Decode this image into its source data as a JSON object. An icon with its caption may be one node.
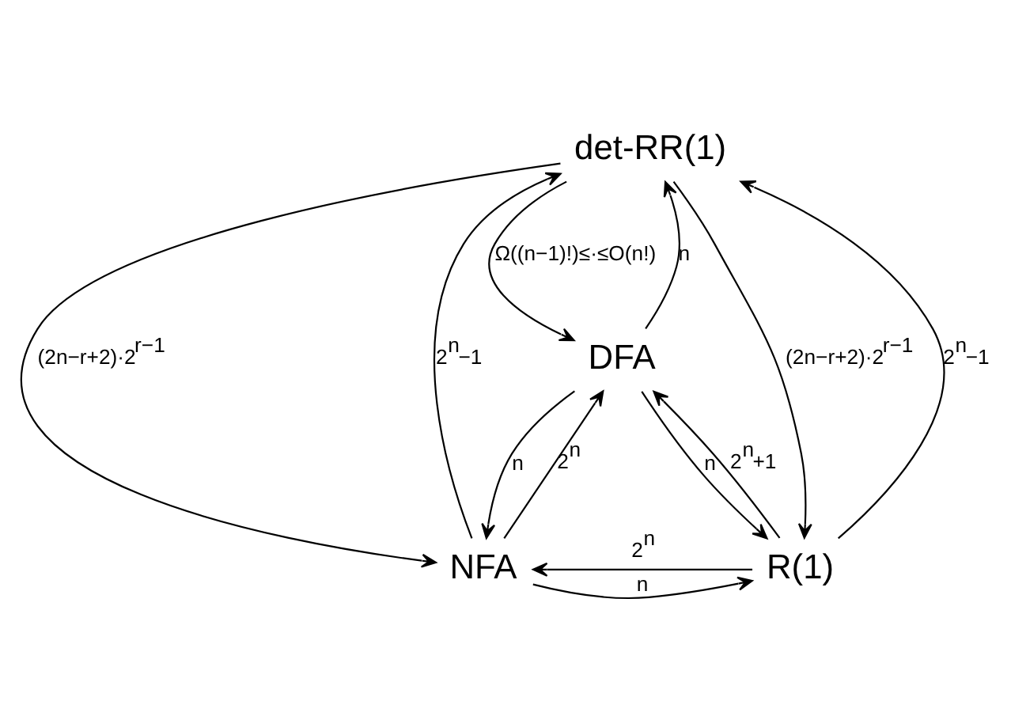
{
  "diagram": {
    "nodes": [
      {
        "text": [
          "det-RR(1)"
        ]
      },
      {
        "text": [
          "DFA"
        ]
      },
      {
        "text": [
          "NFA"
        ]
      },
      {
        "text": [
          "R(1)"
        ]
      }
    ],
    "edges": [
      {
        "from": 1,
        "to": 0,
        "arrow": "to",
        "label": "n"
      },
      {
        "from": 0,
        "to": 1,
        "arrow": "to",
        "label": "Ω((n−1)!)≤·≤O(n!)"
      },
      {
        "from": 0,
        "to": 2,
        "arrow": "to",
        "label": "(2n−r+2)·2$^{r−1}$"
      },
      {
        "from": 2,
        "to": 0,
        "arrow": "to",
        "label": "2$^{n}$−1"
      },
      {
        "from": 0,
        "to": 3,
        "arrow": "to",
        "label": "(2n−r+2)·2$^{r−1}$"
      },
      {
        "from": 3,
        "to": 0,
        "arrow": "to",
        "label": "2$^{n}$−1"
      },
      {
        "from": 2,
        "to": 1,
        "arrow": "to",
        "label": "2$^{n}$"
      },
      {
        "from": 1,
        "to": 2,
        "arrow": "to",
        "label": "n"
      },
      {
        "from": 1,
        "to": 3,
        "arrow": "to",
        "label": "n"
      },
      {
        "from": 3,
        "to": 1,
        "arrow": "to",
        "label": "2$^{n}$+1"
      },
      {
        "from": 2,
        "to": 3,
        "arrow": "to",
        "label": "n"
      },
      {
        "from": 3,
        "to": 2,
        "arrow": "to",
        "label": "2$^{n}$"
      }
    ]
  }
}
